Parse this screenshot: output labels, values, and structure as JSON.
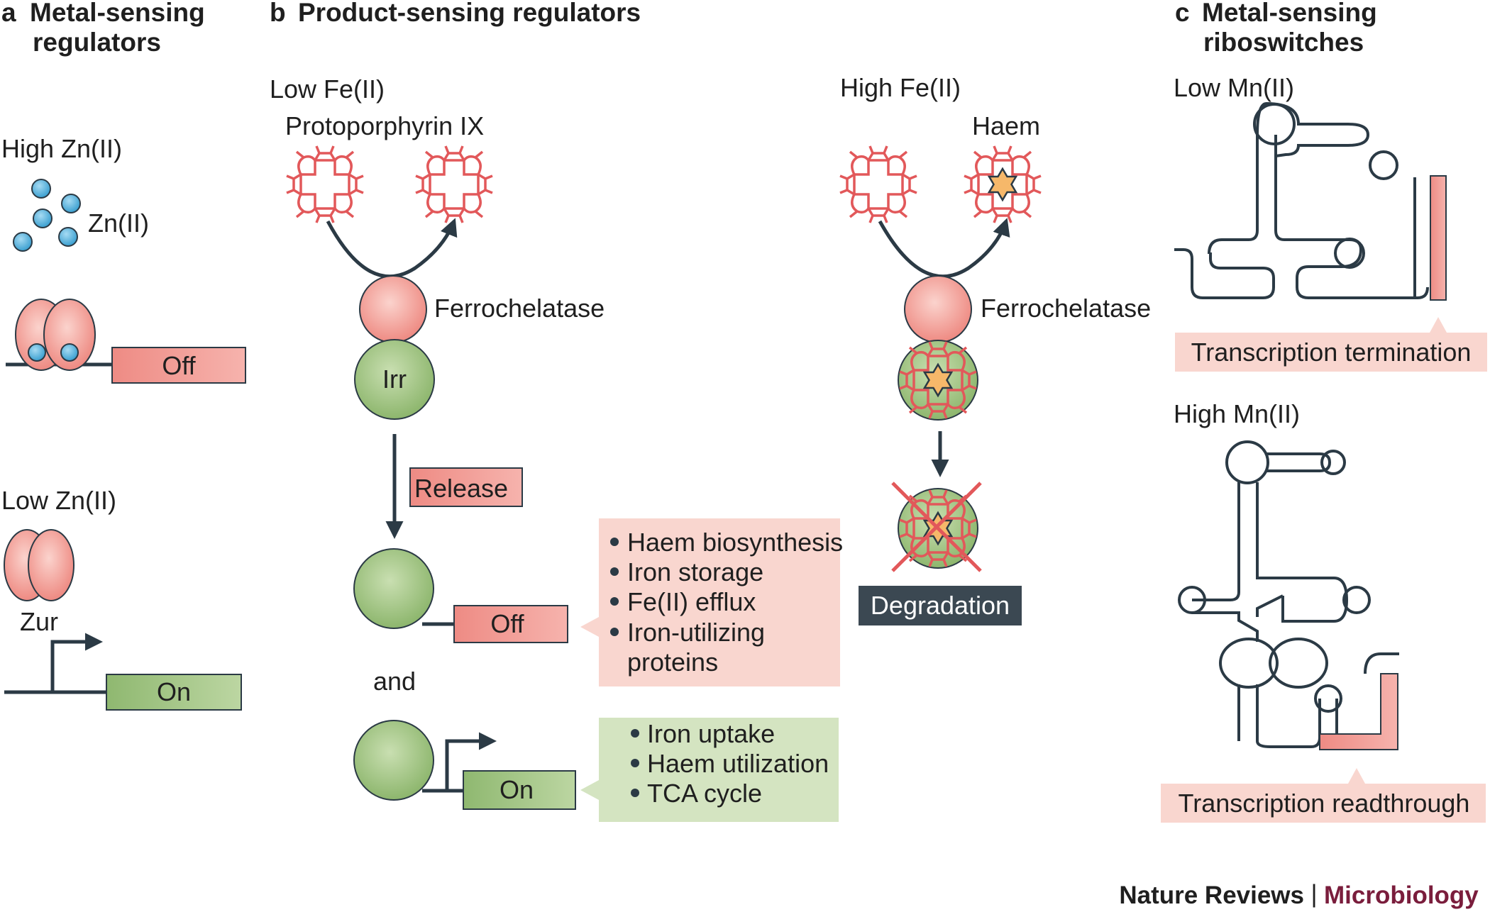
{
  "panels": {
    "a": {
      "letter": "a",
      "title_line1": "Metal-sensing",
      "title_line2": "regulators"
    },
    "b": {
      "letter": "b",
      "title": "Product-sensing regulators"
    },
    "c": {
      "letter": "c",
      "title_line1": "Metal-sensing",
      "title_line2": "riboswitches"
    }
  },
  "panel_a": {
    "high_label": "High Zn(II)",
    "ion_label": "Zn(II)",
    "off_label": "Off",
    "low_label": "Low Zn(II)",
    "protein_label": "Zur",
    "on_label": "On"
  },
  "panel_b": {
    "low_label": "Low Fe(II)",
    "substrate_label": "Protoporphyrin IX",
    "enzyme_label_left": "Ferrochelatase",
    "regulator_label": "Irr",
    "release_label": "Release",
    "off_label": "Off",
    "and_label": "and",
    "on_label": "On",
    "off_targets": [
      "Haem biosynthesis",
      "Iron storage",
      "Fe(II) efflux",
      "Iron-utilizing",
      "proteins"
    ],
    "on_targets": [
      "Iron uptake",
      "Haem utilization",
      "TCA cycle"
    ],
    "high_label": "High Fe(II)",
    "product_label": "Haem",
    "enzyme_label_right": "Ferrochelatase",
    "degradation_label": "Degradation"
  },
  "panel_c": {
    "low_label": "Low Mn(II)",
    "termination_label": "Transcription termination",
    "high_label": "High Mn(II)",
    "readthrough_label": "Transcription readthrough"
  },
  "footer": {
    "journal": "Nature Reviews",
    "separator": "|",
    "section": "Microbiology"
  },
  "colors": {
    "pink_fill": "#f2a19b",
    "pink_light": "#f9d6cf",
    "green_fill": "#9cc07e",
    "green_light": "#d4e4c1",
    "ion_blue": "#52b1dc",
    "dark_box": "#3b4852",
    "porphyrin_red": "#e2585a",
    "star_orange": "#f6b86a",
    "footer_accent": "#7a1d3c"
  }
}
